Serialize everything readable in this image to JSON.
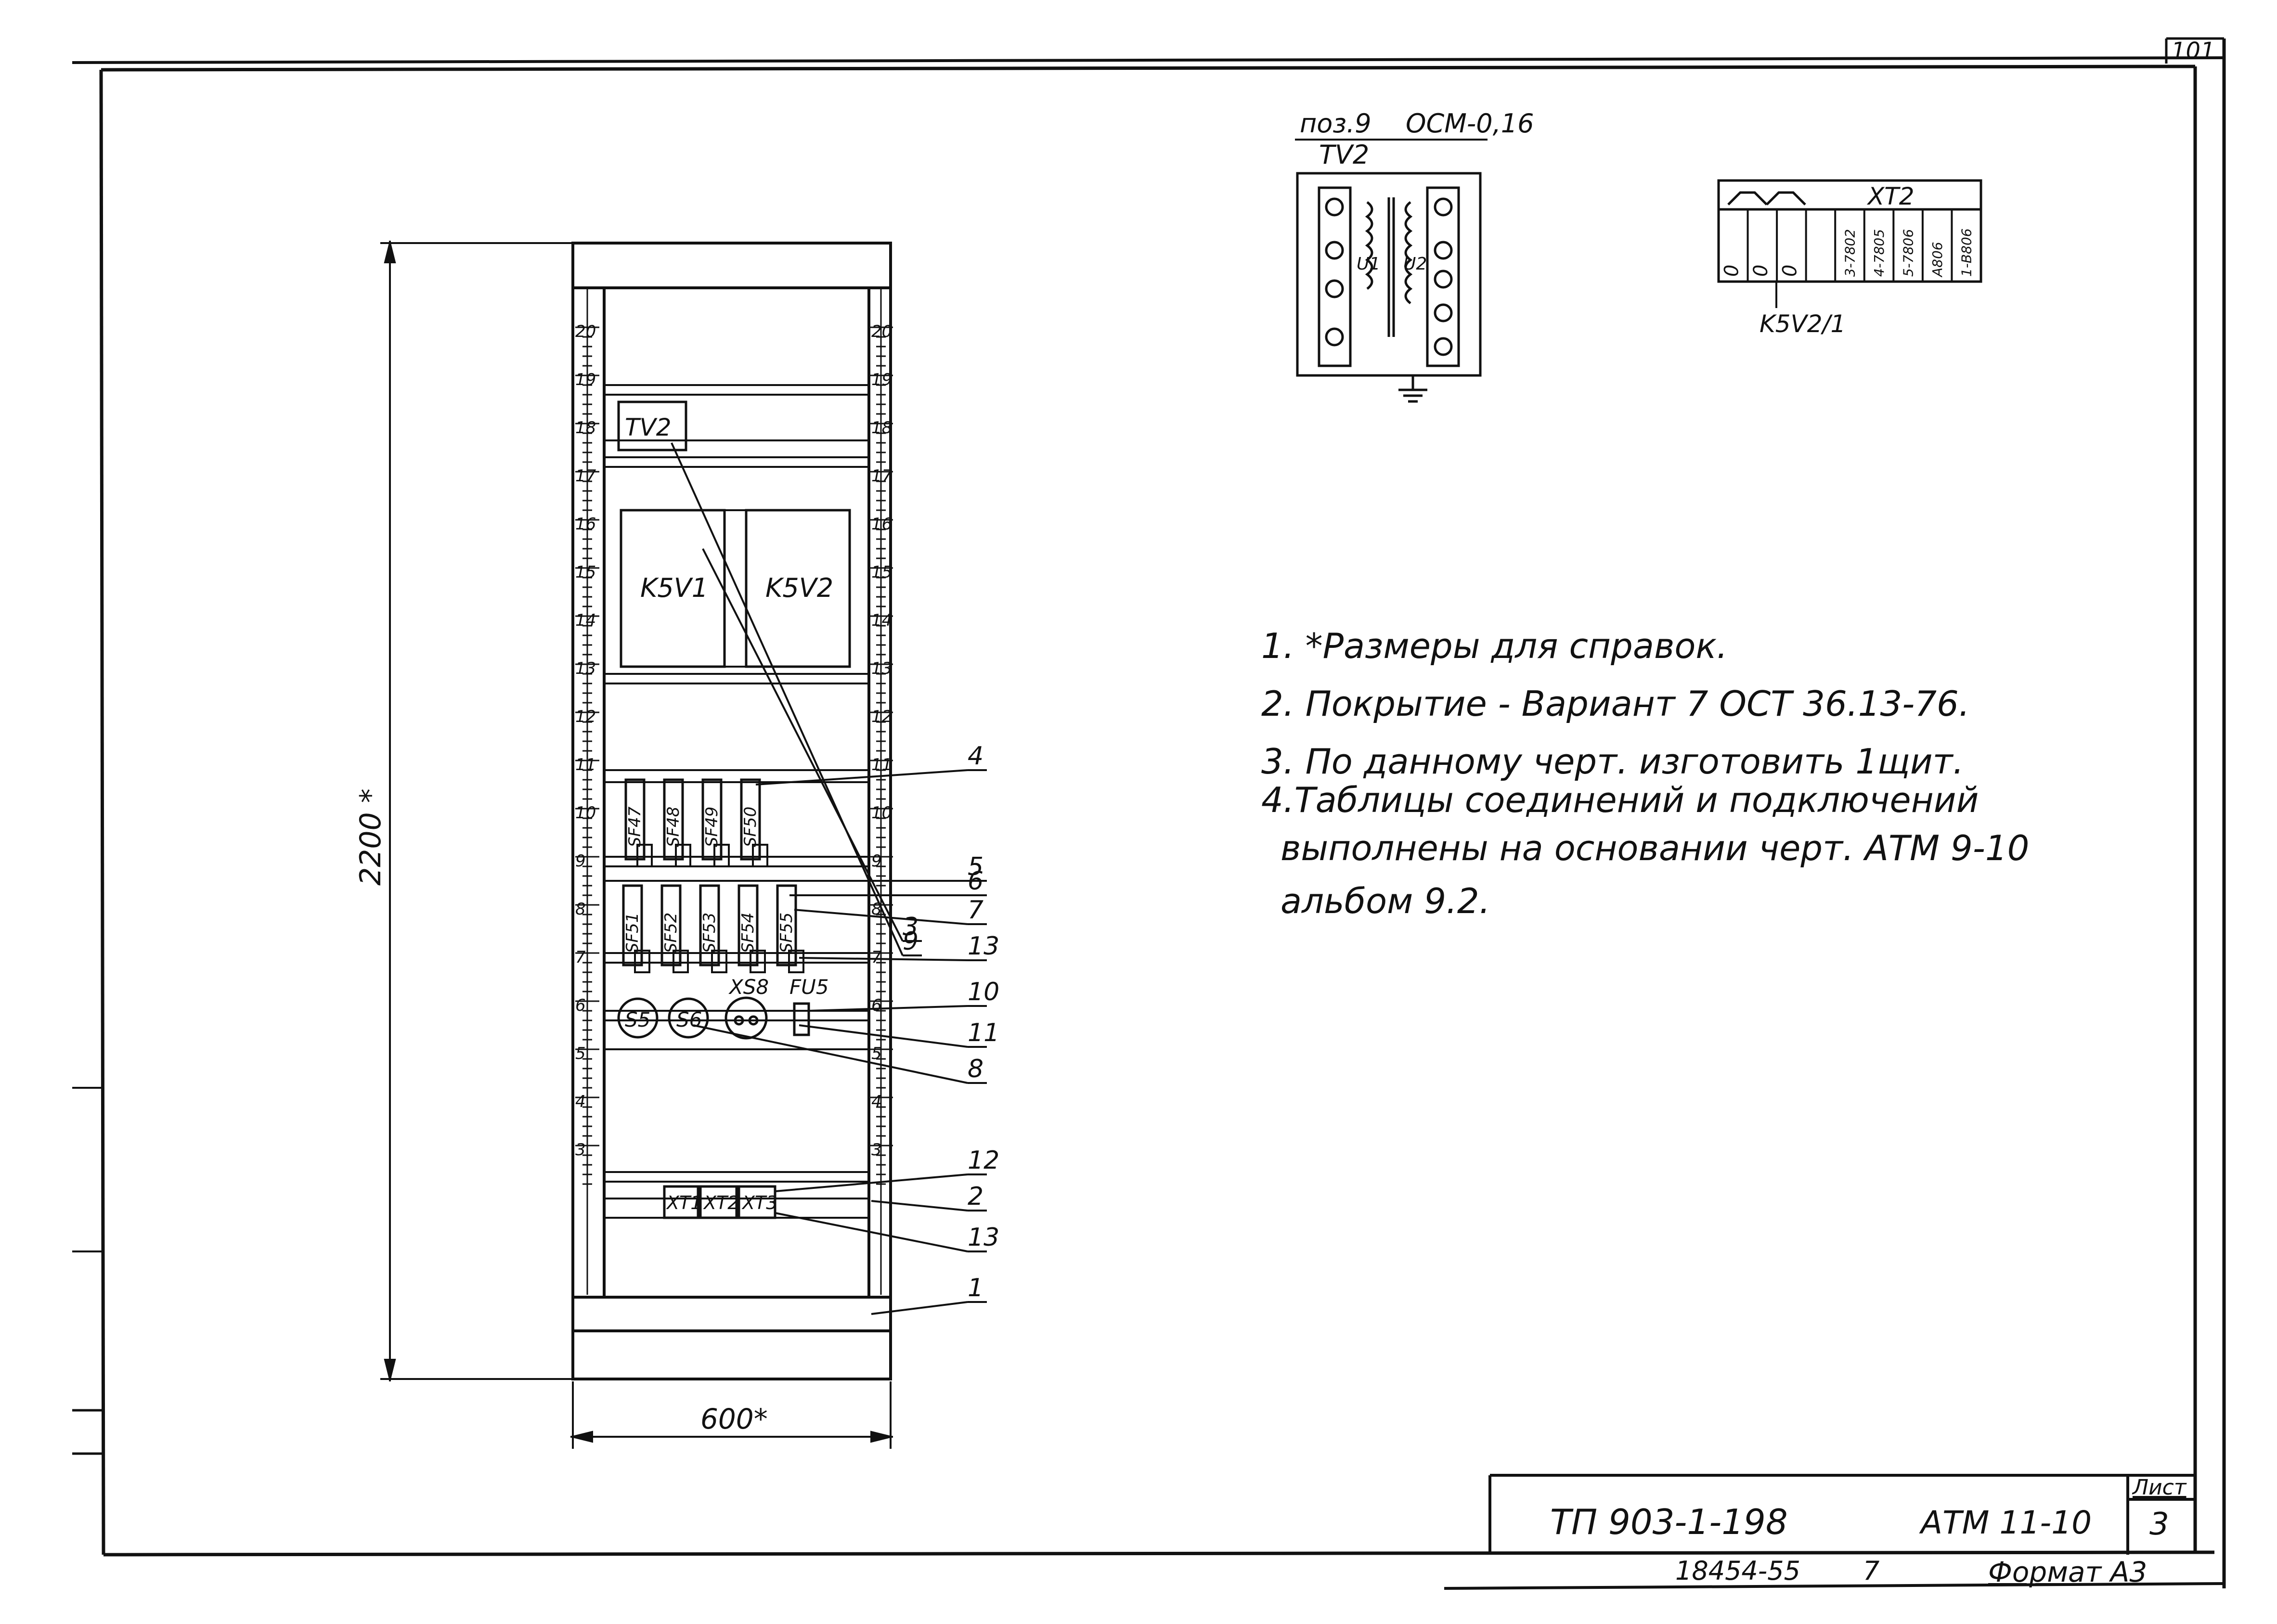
{
  "sheet_number_corner": "101",
  "cabinet": {
    "height_dim": "2200 *",
    "width_dim": "600*",
    "scale_left": [
      "20",
      "19",
      "18",
      "17",
      "16",
      "15",
      "14",
      "13",
      "12",
      "11",
      "10",
      "9",
      "8",
      "7",
      "6",
      "5",
      "4",
      "3"
    ],
    "scale_right": [
      "20",
      "19",
      "18",
      "17",
      "16",
      "15",
      "14",
      "13",
      "12",
      "11",
      "10",
      "9",
      "8",
      "7",
      "6",
      "5",
      "4",
      "3"
    ],
    "devices": {
      "tv2": "TV2",
      "k5v1": "K5V1",
      "k5v2": "K5V2",
      "sf_row1": [
        "SF47",
        "SF48",
        "SF49",
        "SF50"
      ],
      "sf_row2": [
        "SF51",
        "SF52",
        "SF53",
        "SF54",
        "SF55"
      ],
      "s5": "S5",
      "s6": "S6",
      "xs8": "XS8",
      "fu5": "FU5",
      "xt1": "XT1",
      "xt2": "XT2",
      "xt3": "XT3"
    },
    "callouts": [
      "9",
      "3",
      "4",
      "5",
      "6",
      "7",
      "13",
      "10",
      "11",
      "8",
      "12",
      "2",
      "13",
      "1"
    ]
  },
  "transformer": {
    "pos_label": "поз.9",
    "model": "ОСМ-0,16",
    "designation": "TV2",
    "u1": "U1",
    "u2": "U2"
  },
  "terminal_block": {
    "title": "XT2",
    "cells": [
      "0",
      "0",
      "0",
      "",
      "3-7802",
      "4-7805",
      "5-7806",
      "A806",
      "1-B806"
    ],
    "label": "K5V2/1"
  },
  "notes": [
    "1. *Размеры для справок.",
    "2. Покрытие - Вариант 7 ОСТ 36.13-76.",
    "3. По данному черт. изготовить 1щит.",
    "4.Таблицы соединений и подключений",
    "выполнены на основании черт. АТМ 9-10",
    "альбом 9.2."
  ],
  "title_block": {
    "project": "ТП 903-1-198",
    "drawing": "АТМ 11-10",
    "sheet_label": "Лист",
    "sheet_no": "3"
  },
  "footer": {
    "inv": "18454-55",
    "num": "7",
    "format": "Формат А3"
  }
}
